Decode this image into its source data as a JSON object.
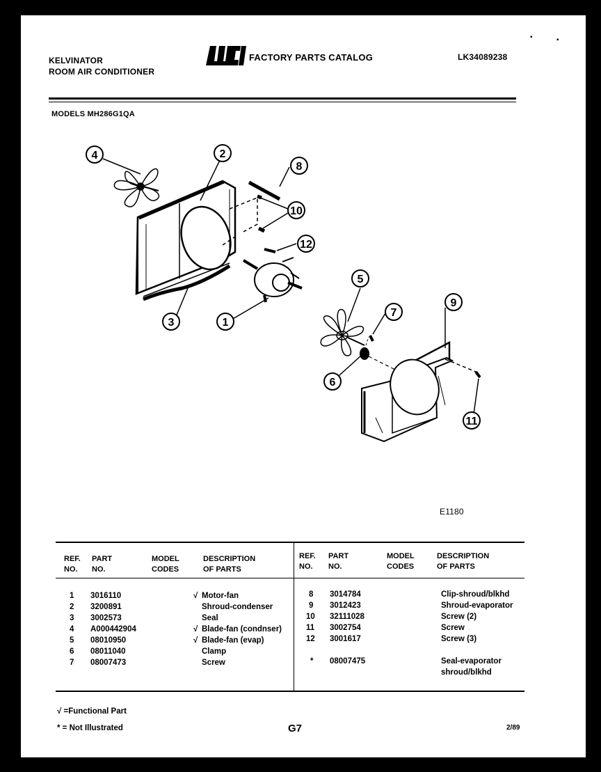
{
  "header": {
    "brand": "KELVINATOR",
    "product": "ROOM AIR CONDITIONER",
    "catalog_title": "FACTORY PARTS CATALOG",
    "catalog_number": "LK34089238",
    "models": "MODELS MH286G1QA"
  },
  "diagram": {
    "code": "E1180",
    "callouts": [
      "4",
      "2",
      "8",
      "10",
      "12",
      "5",
      "7",
      "9",
      "6",
      "11",
      "1",
      "3"
    ]
  },
  "table": {
    "headers": {
      "ref": "REF.\nNO.",
      "part": "PART\nNO.",
      "model": "MODEL\nCODES",
      "desc": "DESCRIPTION\nOF PARTS"
    },
    "left": [
      {
        "ref": "1",
        "part": "3016110",
        "mark": "√",
        "desc": "Motor-fan"
      },
      {
        "ref": "2",
        "part": "3200891",
        "mark": "",
        "desc": "Shroud-condenser"
      },
      {
        "ref": "3",
        "part": "3002573",
        "mark": "",
        "desc": "Seal"
      },
      {
        "ref": "4",
        "part": "A000442904",
        "mark": "√",
        "desc": "Blade-fan (condnser)"
      },
      {
        "ref": "5",
        "part": "08010950",
        "mark": "√",
        "desc": "Blade-fan (evap)"
      },
      {
        "ref": "6",
        "part": "08011040",
        "mark": "",
        "desc": "Clamp"
      },
      {
        "ref": "7",
        "part": "08007473",
        "mark": "",
        "desc": "Screw"
      }
    ],
    "right": [
      {
        "ref": "8",
        "part": "3014784",
        "desc": "Clip-shroud/blkhd"
      },
      {
        "ref": "9",
        "part": "3012423",
        "desc": "Shroud-evaporator"
      },
      {
        "ref": "10",
        "part": "32111028",
        "desc": "Screw (2)"
      },
      {
        "ref": "11",
        "part": "3002754",
        "desc": "Screw"
      },
      {
        "ref": "12",
        "part": "3001617",
        "desc": "Screw (3)"
      },
      {
        "ref": "*",
        "part": "08007475",
        "desc": "Seal-evaporator",
        "desc2": "shroud/blkhd"
      }
    ]
  },
  "footer": {
    "functional": "√ =Functional Part",
    "not_illustrated": "* = Not Illustrated",
    "page": "G7",
    "date": "2/89"
  }
}
